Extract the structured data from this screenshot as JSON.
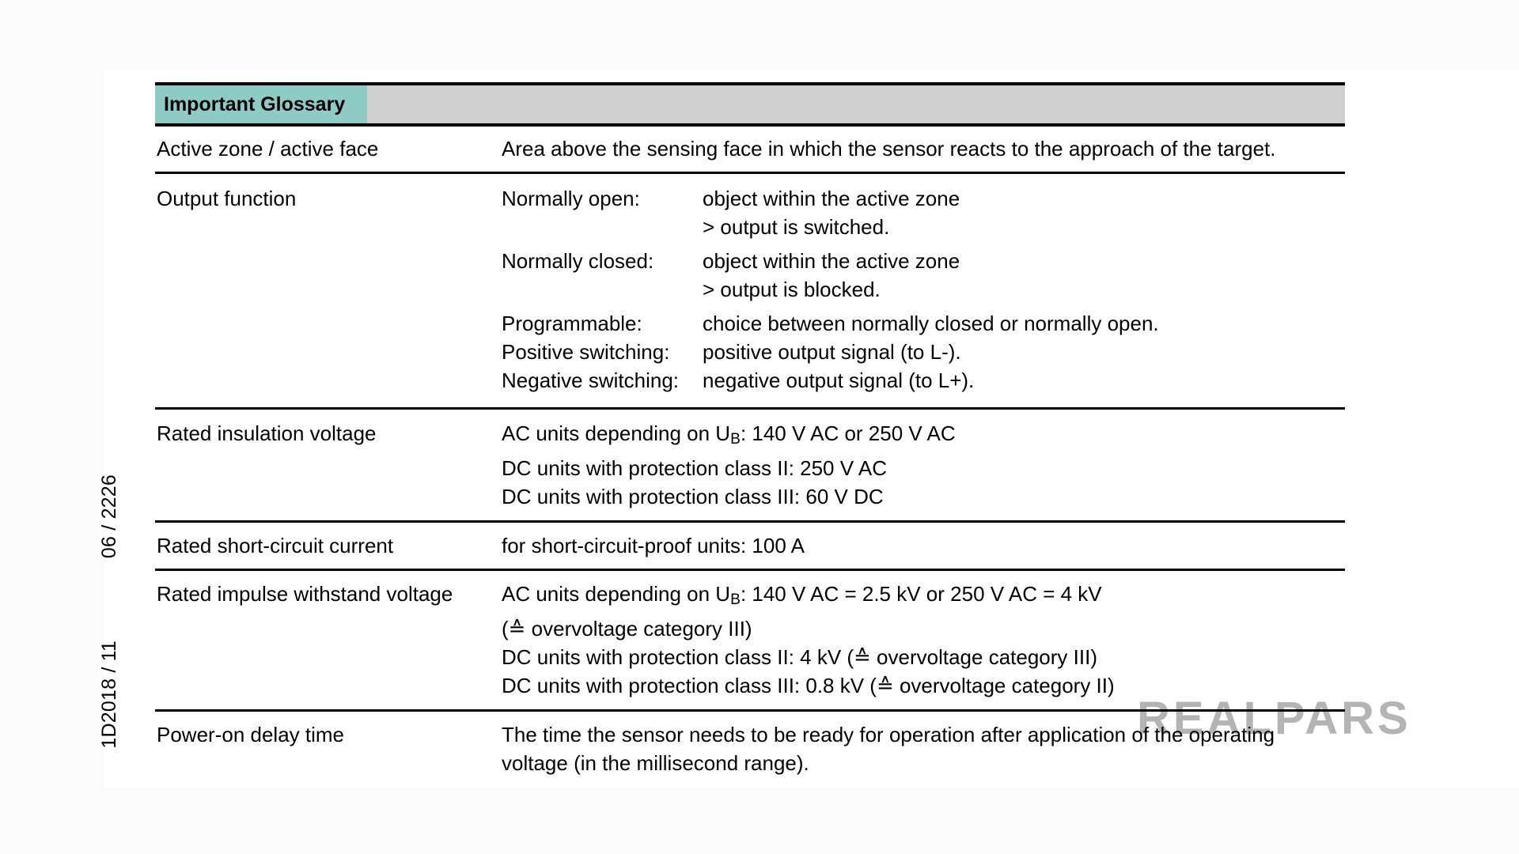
{
  "document": {
    "side_codes": {
      "top": "06 / 2226",
      "bottom": "1D2018 / 11"
    },
    "watermark": "REALPARS"
  },
  "table": {
    "header": {
      "title": "Important Glossary"
    },
    "rows": [
      {
        "term": "Active zone / active face",
        "type": "plain",
        "lines": [
          "Area above the sensing face in which the sensor reacts to the approach of the target."
        ]
      },
      {
        "term": "Output function",
        "type": "sublist",
        "items": [
          {
            "label": "Normally open:",
            "values": [
              "object within the active zone",
              "> output is switched."
            ]
          },
          {
            "label": "Normally closed:",
            "values": [
              "object within the active zone",
              "> output is blocked."
            ]
          },
          {
            "label": "Programmable:",
            "values": [
              "choice between normally closed or normally open."
            ]
          },
          {
            "label": "Positive switching:",
            "values": [
              "positive output signal (to L-)."
            ]
          },
          {
            "label": "Negative switching:",
            "values": [
              "negative output signal (to L+)."
            ]
          }
        ]
      },
      {
        "term": "Rated insulation voltage",
        "type": "plain",
        "lines": [
          "AC units depending on UB: 140 V AC or 250 V AC",
          "DC units with protection class II: 250 V AC",
          "DC units with protection class III: 60 V DC"
        ]
      },
      {
        "term": "Rated short-circuit current",
        "type": "plain",
        "lines": [
          "for short-circuit-proof units: 100 A"
        ]
      },
      {
        "term": "Rated impulse withstand voltage",
        "type": "plain",
        "lines": [
          "AC units depending on UB: 140 V AC = 2.5 kV or 250 V AC = 4 kV",
          "(≙ overvoltage category III)",
          "DC units with protection class II: 4 kV (≙ overvoltage category III)",
          "DC units with protection class III: 0.8 kV (≙ overvoltage category II)"
        ]
      },
      {
        "term": "Power-on delay time",
        "type": "plain",
        "lines": [
          "The time the sensor needs to be ready for operation after application of the operating",
          "voltage (in the millisecond range)."
        ]
      }
    ]
  },
  "colors": {
    "header_accent": "#8ecbc4",
    "header_bar": "#cfcfcf",
    "rule": "#000000",
    "watermark": "#b4b4b4"
  }
}
